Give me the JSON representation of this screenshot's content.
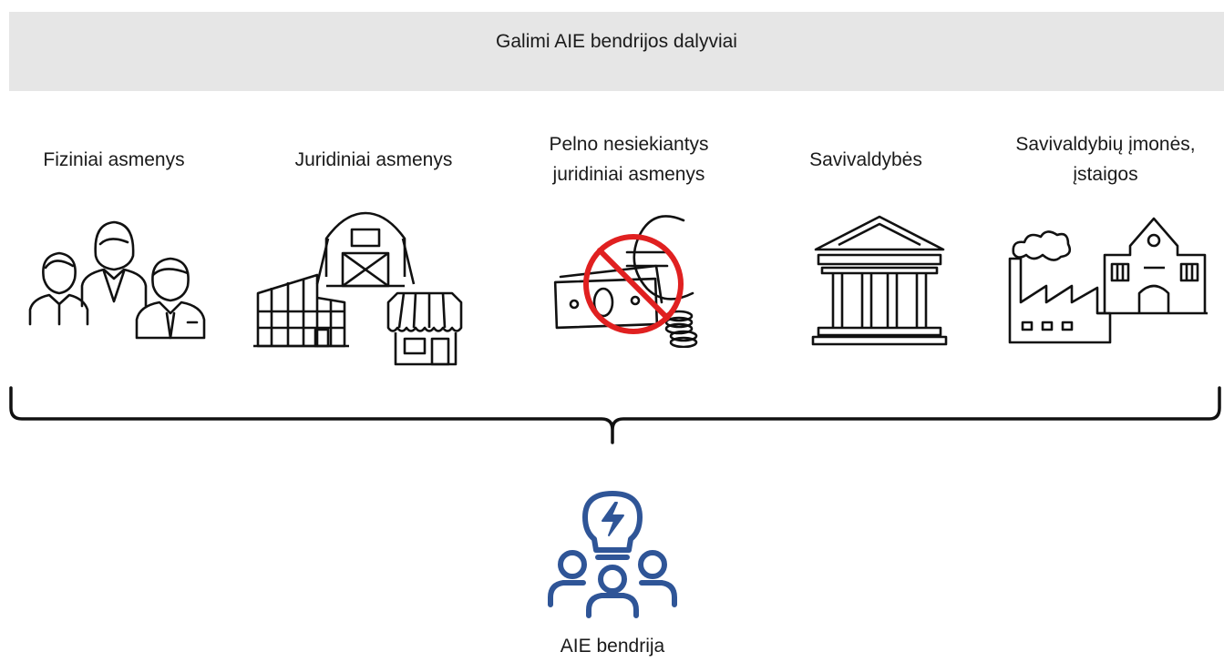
{
  "header": {
    "title": "Galimi AIE bendrijos dalyviai"
  },
  "participants": [
    {
      "label": "Fiziniai asmenys",
      "icon": "people-icon"
    },
    {
      "label": "Juridiniai asmenys",
      "icon": "businesses-icon"
    },
    {
      "label": "Pelno nesiekiantys\njuridiniai asmenys",
      "icon": "no-money-icon"
    },
    {
      "label": "Savivaldybės",
      "icon": "government-building-icon"
    },
    {
      "label": "Savivaldybių įmonės,\nįstaigos",
      "icon": "factory-school-icon"
    }
  ],
  "community": {
    "label": "AIE bendrija",
    "icon": "energy-community-icon",
    "color": "#2f5597"
  },
  "colors": {
    "banner": "#e6e6e6",
    "no_sign": "#e02020"
  }
}
